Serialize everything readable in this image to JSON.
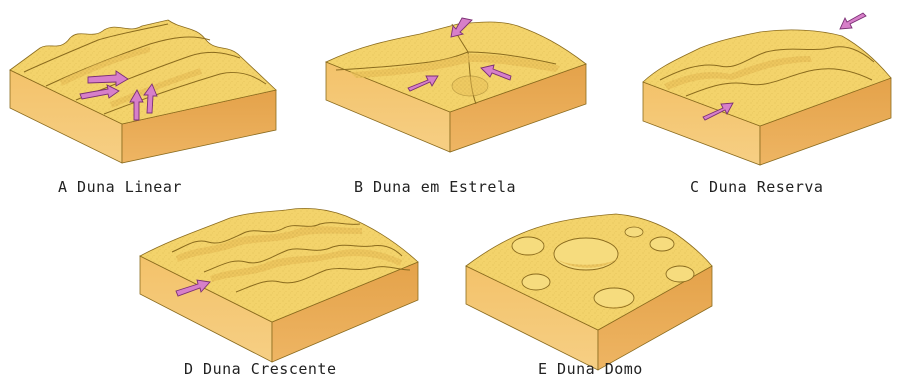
{
  "colors": {
    "sand_top": "#f3d36b",
    "sand_side_left": "#f4c46a",
    "sand_side_right": "#e9a94c",
    "sand_texture": "#c9a63c",
    "crest_line": "#8a6b1e",
    "arrow": "#d77fc9",
    "arrow_edge": "#7a2f74"
  },
  "blocks": [
    {
      "id": "A",
      "caption": "A Duna Linear",
      "form": "linear-ridges",
      "arrows": 4
    },
    {
      "id": "B",
      "caption": "B Duna em Estrela",
      "form": "star",
      "arrows": 3
    },
    {
      "id": "C",
      "caption": "C Duna Reserva",
      "form": "reversing",
      "arrows": 2
    },
    {
      "id": "D",
      "caption": "D Duna Crescente",
      "form": "crescentic",
      "arrows": 1
    },
    {
      "id": "E",
      "caption": "E Duna Domo",
      "form": "dome",
      "arrows": 0
    }
  ]
}
